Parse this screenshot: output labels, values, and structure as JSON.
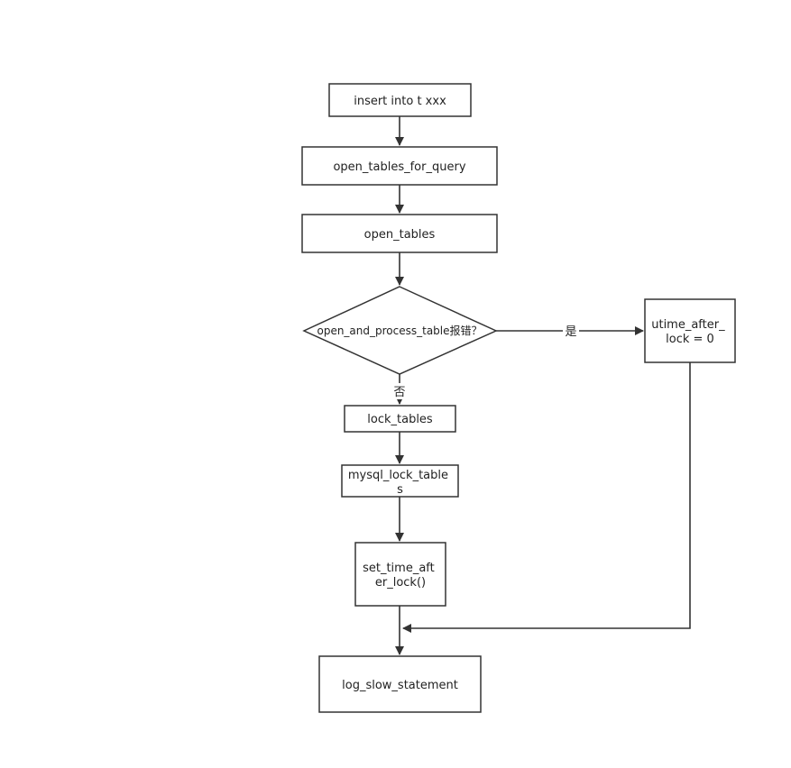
{
  "diagram": {
    "nodes": {
      "insert": {
        "lines": [
          "insert into t xxx"
        ]
      },
      "open_tables_for_query": {
        "lines": [
          "open_tables_for_query"
        ]
      },
      "open_tables": {
        "lines": [
          "open_tables"
        ]
      },
      "decision": {
        "lines": [
          "open_and_process_table报错？"
        ]
      },
      "utime": {
        "lines": [
          "utime_after_",
          "lock = 0"
        ]
      },
      "lock_tables": {
        "lines": [
          "lock_tables"
        ]
      },
      "mysql_lock_tables": {
        "lines": [
          "mysql_lock_table",
          "s"
        ]
      },
      "set_time": {
        "lines": [
          "set_time_aft",
          "er_lock()"
        ]
      },
      "log_slow": {
        "lines": [
          "log_slow_statement"
        ]
      }
    },
    "edge_labels": {
      "yes": "是",
      "no": "否"
    }
  }
}
